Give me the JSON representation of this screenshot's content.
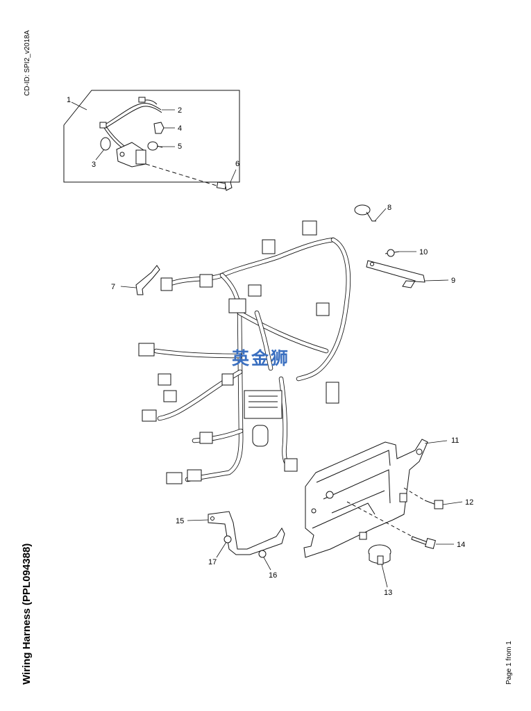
{
  "header": {
    "cd_id": "CD-ID: SPI2_v2018A"
  },
  "footer": {
    "title": "Wiring Harness (PPL094388)",
    "page_label": "Page 1 from 1"
  },
  "watermark": "英金狮",
  "callouts": [
    {
      "id": "c1",
      "label": "1"
    },
    {
      "id": "c2",
      "label": "2"
    },
    {
      "id": "c3",
      "label": "3"
    },
    {
      "id": "c4",
      "label": "4"
    },
    {
      "id": "c5",
      "label": "5"
    },
    {
      "id": "c6",
      "label": "6"
    },
    {
      "id": "c7",
      "label": "7"
    },
    {
      "id": "c8",
      "label": "8"
    },
    {
      "id": "c9",
      "label": "9"
    },
    {
      "id": "c10",
      "label": "10"
    },
    {
      "id": "c11",
      "label": "11"
    },
    {
      "id": "c12",
      "label": "12"
    },
    {
      "id": "c13",
      "label": "13"
    },
    {
      "id": "c14",
      "label": "14"
    },
    {
      "id": "c15",
      "label": "15"
    },
    {
      "id": "c16",
      "label": "16"
    },
    {
      "id": "c17",
      "label": "17"
    }
  ]
}
